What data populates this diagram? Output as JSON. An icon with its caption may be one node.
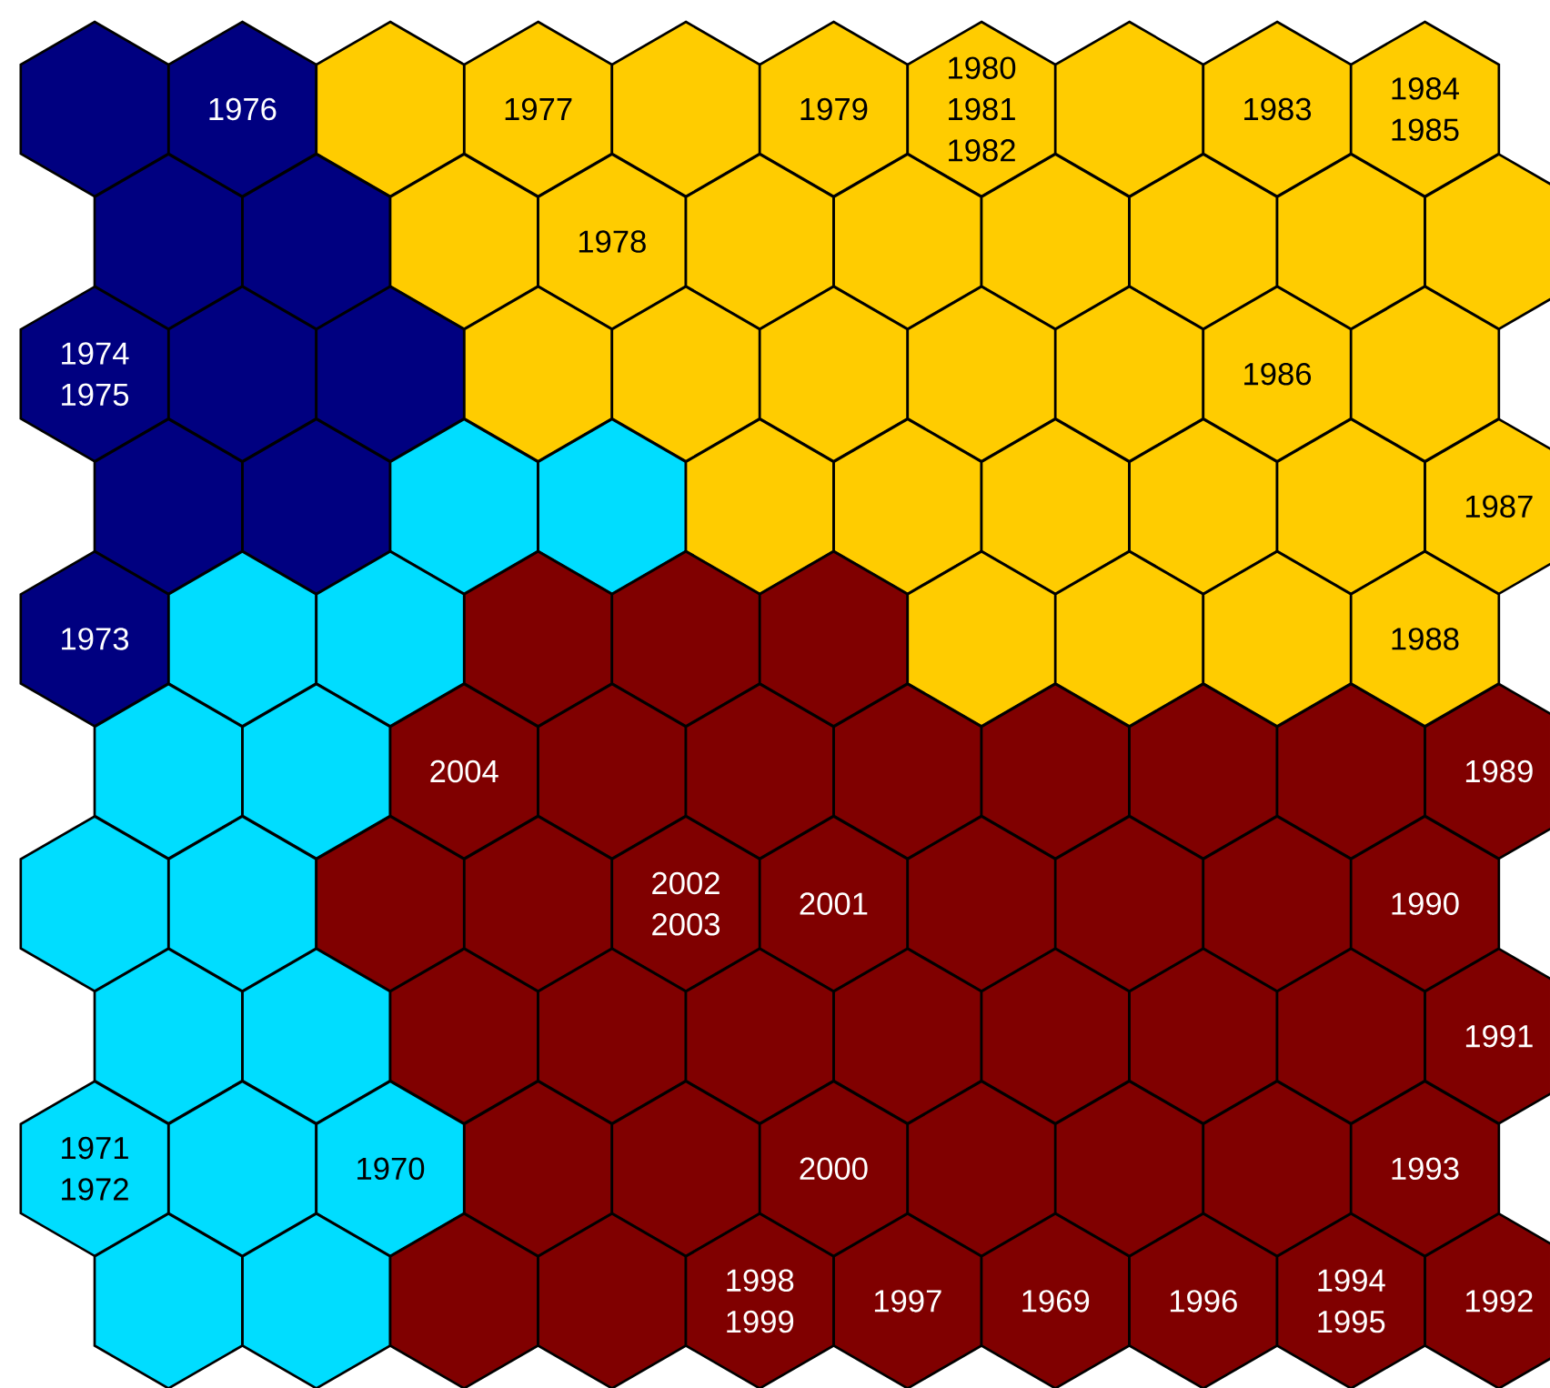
{
  "diagram": {
    "nodes": [
      {
        "text": [],
        "shape": "hexagon"
      },
      {
        "text": [
          "1976"
        ]
      },
      {
        "text": [],
        "shape": "hexagon"
      },
      {
        "text": [
          "1977"
        ]
      },
      {
        "text": [],
        "shape": "hexagon"
      },
      {
        "text": [
          "1979"
        ]
      },
      {
        "text": [
          "1980",
          "1981",
          "1982"
        ]
      },
      {
        "text": [],
        "shape": "hexagon"
      },
      {
        "text": [
          "1983"
        ]
      },
      {
        "text": [
          "1984",
          "1985"
        ]
      },
      {
        "text": [],
        "shape": "hexagon"
      },
      {
        "text": [],
        "shape": "hexagon"
      },
      {
        "text": [],
        "shape": "hexagon"
      },
      {
        "text": [
          "1978"
        ]
      },
      {
        "text": [],
        "shape": "hexagon"
      },
      {
        "text": [],
        "shape": "hexagon"
      },
      {
        "text": [],
        "shape": "hexagon"
      },
      {
        "text": [],
        "shape": "hexagon"
      },
      {
        "text": [],
        "shape": "hexagon"
      },
      {
        "text": [],
        "shape": "hexagon"
      },
      {
        "text": [
          "1974",
          "1975"
        ]
      },
      {
        "text": [],
        "shape": "hexagon"
      },
      {
        "text": [],
        "shape": "hexagon"
      },
      {
        "text": [],
        "shape": "hexagon"
      },
      {
        "text": [],
        "shape": "hexagon"
      },
      {
        "text": [],
        "shape": "hexagon"
      },
      {
        "text": [],
        "shape": "hexagon"
      },
      {
        "text": [],
        "shape": "hexagon"
      },
      {
        "text": [
          "1986"
        ]
      },
      {
        "text": [],
        "shape": "hexagon"
      },
      {
        "text": [],
        "shape": "hexagon"
      },
      {
        "text": [],
        "shape": "hexagon"
      },
      {
        "text": [],
        "shape": "hexagon"
      },
      {
        "text": [],
        "shape": "hexagon"
      },
      {
        "text": [],
        "shape": "hexagon"
      },
      {
        "text": [],
        "shape": "hexagon"
      },
      {
        "text": [],
        "shape": "hexagon"
      },
      {
        "text": [],
        "shape": "hexagon"
      },
      {
        "text": [],
        "shape": "hexagon"
      },
      {
        "text": [
          "1987"
        ]
      },
      {
        "text": [
          "1973"
        ]
      },
      {
        "text": [],
        "shape": "hexagon"
      },
      {
        "text": [],
        "shape": "hexagon"
      },
      {
        "text": [],
        "shape": "hexagon"
      },
      {
        "text": [],
        "shape": "hexagon"
      },
      {
        "text": [],
        "shape": "hexagon"
      },
      {
        "text": [],
        "shape": "hexagon"
      },
      {
        "text": [],
        "shape": "hexagon"
      },
      {
        "text": [],
        "shape": "hexagon"
      },
      {
        "text": [
          "1988"
        ]
      },
      {
        "text": [],
        "shape": "hexagon"
      },
      {
        "text": [],
        "shape": "hexagon"
      },
      {
        "text": [
          "2004"
        ]
      },
      {
        "text": [],
        "shape": "hexagon"
      },
      {
        "text": [],
        "shape": "hexagon"
      },
      {
        "text": [],
        "shape": "hexagon"
      },
      {
        "text": [],
        "shape": "hexagon"
      },
      {
        "text": [],
        "shape": "hexagon"
      },
      {
        "text": [],
        "shape": "hexagon"
      },
      {
        "text": [
          "1989"
        ]
      },
      {
        "text": [],
        "shape": "hexagon"
      },
      {
        "text": [],
        "shape": "hexagon"
      },
      {
        "text": [],
        "shape": "hexagon"
      },
      {
        "text": [],
        "shape": "hexagon"
      },
      {
        "text": [
          "2002",
          "2003"
        ]
      },
      {
        "text": [
          "2001"
        ]
      },
      {
        "text": [],
        "shape": "hexagon"
      },
      {
        "text": [],
        "shape": "hexagon"
      },
      {
        "text": [],
        "shape": "hexagon"
      },
      {
        "text": [
          "1990"
        ]
      },
      {
        "text": [],
        "shape": "hexagon"
      },
      {
        "text": [],
        "shape": "hexagon"
      },
      {
        "text": [],
        "shape": "hexagon"
      },
      {
        "text": [],
        "shape": "hexagon"
      },
      {
        "text": [],
        "shape": "hexagon"
      },
      {
        "text": [],
        "shape": "hexagon"
      },
      {
        "text": [],
        "shape": "hexagon"
      },
      {
        "text": [],
        "shape": "hexagon"
      },
      {
        "text": [],
        "shape": "hexagon"
      },
      {
        "text": [
          "1991"
        ]
      },
      {
        "text": [
          "1971",
          "1972"
        ]
      },
      {
        "text": [],
        "shape": "hexagon"
      },
      {
        "text": [
          "1970"
        ]
      },
      {
        "text": [],
        "shape": "hexagon"
      },
      {
        "text": [],
        "shape": "hexagon"
      },
      {
        "text": [
          "2000"
        ]
      },
      {
        "text": [],
        "shape": "hexagon"
      },
      {
        "text": [],
        "shape": "hexagon"
      },
      {
        "text": [],
        "shape": "hexagon"
      },
      {
        "text": [
          "1993"
        ]
      },
      {
        "text": [],
        "shape": "hexagon"
      },
      {
        "text": [],
        "shape": "hexagon"
      },
      {
        "text": [],
        "shape": "hexagon"
      },
      {
        "text": [],
        "shape": "hexagon"
      },
      {
        "text": [
          "1998",
          "1999"
        ]
      },
      {
        "text": [
          "1997"
        ]
      },
      {
        "text": [
          "1969"
        ]
      },
      {
        "text": [
          "1996"
        ]
      },
      {
        "text": [
          "1994",
          "1995"
        ]
      },
      {
        "text": [
          "1992"
        ]
      }
    ]
  }
}
